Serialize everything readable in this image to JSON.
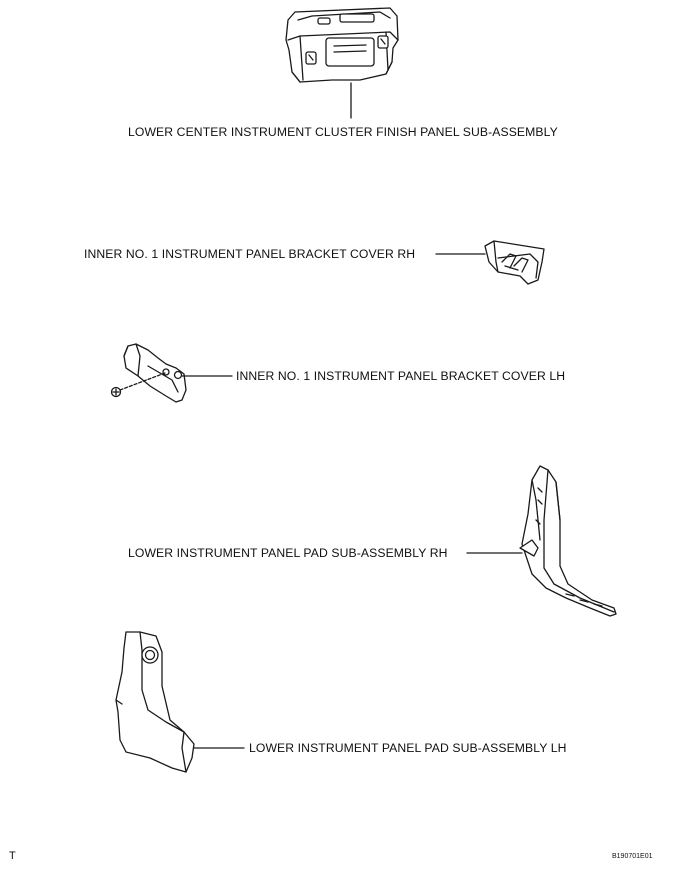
{
  "diagram": {
    "parts": [
      {
        "id": "center",
        "label": "LOWER CENTER INSTRUMENT CLUSTER FINISH PANEL SUB-ASSEMBLY"
      },
      {
        "id": "rh_bracket",
        "label": "INNER NO. 1 INSTRUMENT PANEL BRACKET COVER RH"
      },
      {
        "id": "lh_bracket",
        "label": "INNER NO. 1 INSTRUMENT PANEL BRACKET COVER LH"
      },
      {
        "id": "pad_rh",
        "label": "LOWER INSTRUMENT PANEL PAD SUB-ASSEMBLY RH"
      },
      {
        "id": "pad_lh",
        "label": "LOWER INSTRUMENT PANEL PAD SUB-ASSEMBLY LH"
      }
    ],
    "corner_mark": "T",
    "figure_code": "B190701E01"
  },
  "colors": {
    "line": "#1a1a1a",
    "fill": "#ffffff"
  }
}
